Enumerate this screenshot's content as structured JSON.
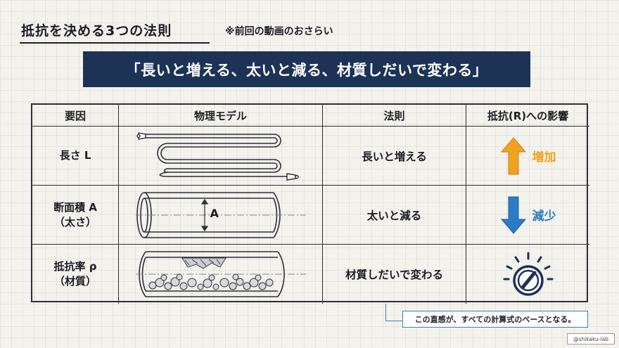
{
  "title": "抵抗を決める3つの法則",
  "subtitle": "※前回の動画のおさらい",
  "banner": "「長いと増える、太いと減る、材質しだいで変わる」",
  "table": {
    "headers": [
      "要因",
      "物理モデル",
      "法則",
      "抵抗(R)への影響"
    ],
    "rows": [
      {
        "factor": [
          "長さ L"
        ],
        "law": "長いと増える",
        "effect": "増加",
        "effect_icon": "arrow-up-icon",
        "effect_color": "#f0a21e"
      },
      {
        "factor": [
          "断面積 A",
          "（太さ）"
        ],
        "law": "太いと減る",
        "effect": "減少",
        "effect_icon": "arrow-down-icon",
        "effect_color": "#2b7cc4",
        "model_label": "A"
      },
      {
        "factor": [
          "抵抗率 ρ",
          "（材質）"
        ],
        "law": "材質しだいで変わる",
        "effect": "",
        "effect_icon": "dial-knob-icon"
      }
    ]
  },
  "callout": "この直感が、すべての計算式のベースとなる。",
  "credit": "@shikaku-lab",
  "colors": {
    "banner_bg": "#1c3356",
    "increase": "#f0a21e",
    "decrease": "#2b7cc4",
    "line_art": "#2b2f36",
    "callout_border": "#3e7fc0"
  }
}
